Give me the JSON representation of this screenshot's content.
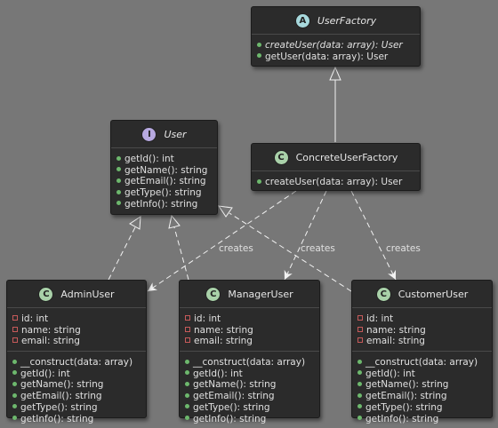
{
  "classes": {
    "user_factory": {
      "badge": "A",
      "name": "UserFactory",
      "methods": [
        "createUser(data: array): User",
        "getUser(data: array): User"
      ]
    },
    "user": {
      "badge": "I",
      "name": "User",
      "methods": [
        "getId(): int",
        "getName(): string",
        "getEmail(): string",
        "getType(): string",
        "getInfo(): string"
      ]
    },
    "concrete_user_factory": {
      "badge": "C",
      "name": "ConcreteUserFactory",
      "methods": [
        "createUser(data: array): User"
      ]
    },
    "admin_user": {
      "badge": "C",
      "name": "AdminUser",
      "fields": [
        "id: int",
        "name: string",
        "email: string"
      ],
      "methods": [
        "__construct(data: array)",
        "getId(): int",
        "getName(): string",
        "getEmail(): string",
        "getType(): string",
        "getInfo(): string"
      ]
    },
    "manager_user": {
      "badge": "C",
      "name": "ManagerUser",
      "fields": [
        "id: int",
        "name: string",
        "email: string"
      ],
      "methods": [
        "__construct(data: array)",
        "getId(): int",
        "getName(): string",
        "getEmail(): string",
        "getType(): string",
        "getInfo(): string"
      ]
    },
    "customer_user": {
      "badge": "C",
      "name": "CustomerUser",
      "fields": [
        "id: int",
        "name: string",
        "email: string"
      ],
      "methods": [
        "__construct(data: array)",
        "getId(): int",
        "getName(): string",
        "getEmail(): string",
        "getType(): string",
        "getInfo(): string"
      ]
    }
  },
  "relations": {
    "creates_label": "creates"
  },
  "colors": {
    "background": "#777777",
    "box": "#2b2b2b",
    "line": "#f2f2f2",
    "public_marker": "#6db86d",
    "private_marker": "#c65a5a",
    "badge_class": "#a9d1a9",
    "badge_interface": "#b7a9e0",
    "badge_abstract": "#a7d8dc"
  }
}
